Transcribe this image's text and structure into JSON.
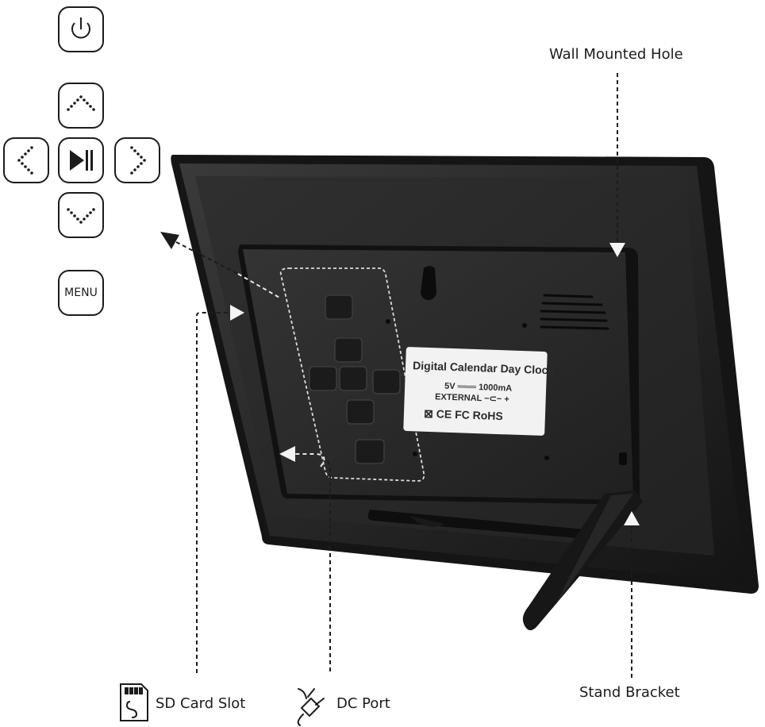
{
  "button_legend": [
    {
      "id": "power",
      "icon": "power-icon"
    },
    {
      "id": "up",
      "icon": "chevron-up-icon"
    },
    {
      "id": "left",
      "icon": "chevron-left-icon"
    },
    {
      "id": "play-pause",
      "icon": "play-pause-icon"
    },
    {
      "id": "right",
      "icon": "chevron-right-icon"
    },
    {
      "id": "down",
      "icon": "chevron-down-icon"
    },
    {
      "id": "menu",
      "icon": "menu-text",
      "label": "MENU"
    }
  ],
  "callouts": {
    "wall_mounted_hole": "Wall Mounted Hole",
    "sd_card_slot": "SD Card Slot",
    "dc_port": "DC Port",
    "stand_bracket": "Stand Bracket"
  },
  "device_label": {
    "title": "Digital Calendar Day Clock",
    "power_rating": "5V ═══ 1000mA",
    "external": "EXTERNAL  −⊂− +",
    "marks": "⊠ CE FC RoHS"
  },
  "colors": {
    "device_body": "#262626",
    "device_frame": "#1a1a1a",
    "label_bg": "#f2f2f2",
    "line": "#1c1c1c"
  }
}
